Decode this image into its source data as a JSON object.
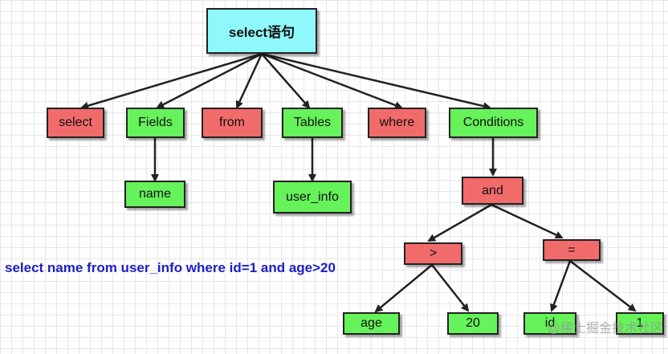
{
  "root": "select语句",
  "level1": {
    "select": "select",
    "fields": "Fields",
    "from": "from",
    "tables": "Tables",
    "where": "where",
    "conditions": "Conditions"
  },
  "name": "name",
  "user_info": "user_info",
  "and": "and",
  "gt": ">",
  "eq": "=",
  "age": "age",
  "v20": "20",
  "id": "id",
  "v1": "1",
  "query": "select name from user_info where id=1 and age>20",
  "watermark": "@稀土掘金技术社区",
  "colors": {
    "keyword": "#f26b6b",
    "nonterminal": "#66f25a",
    "root": "#8ef8fb",
    "query_text": "#1c20c4"
  }
}
